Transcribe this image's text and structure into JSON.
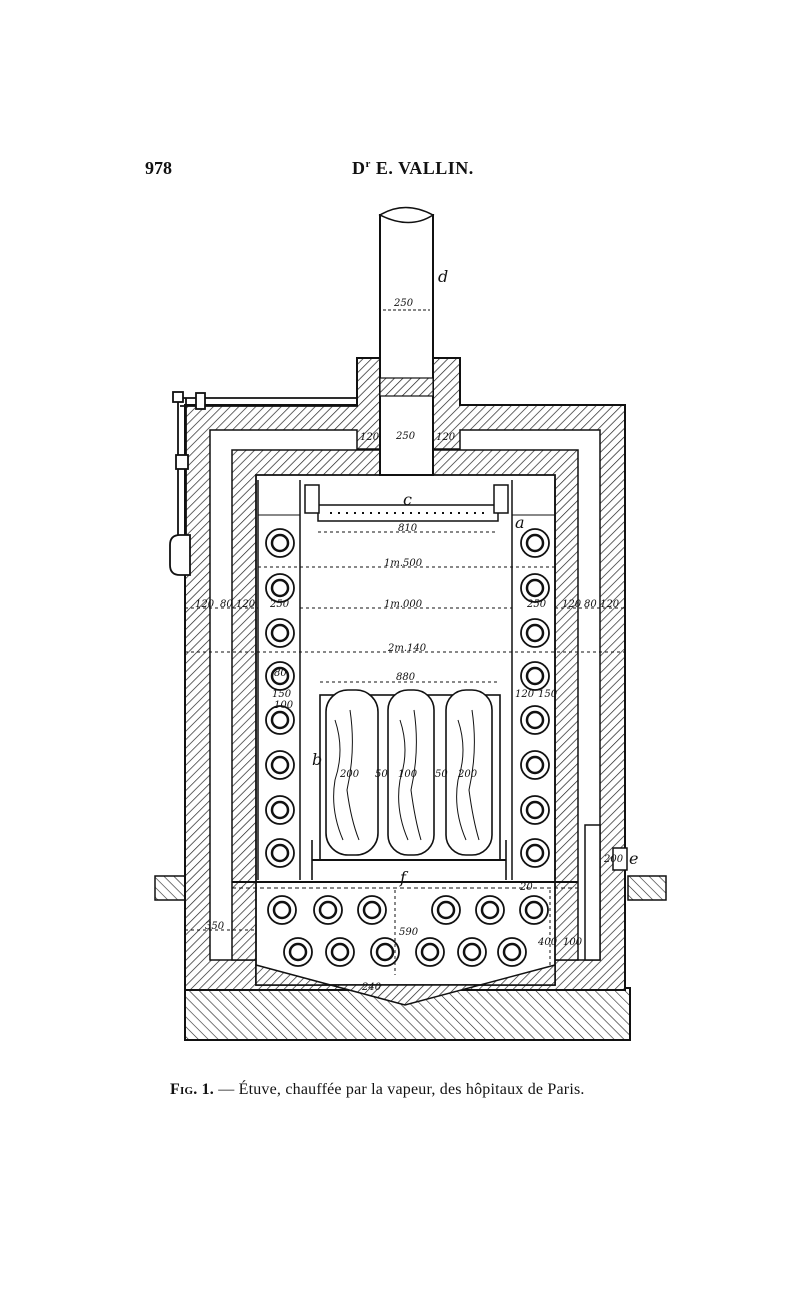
{
  "header": {
    "page_number": "978",
    "author_prefix": "D",
    "author_sup": "r",
    "author_name": " E. VALLIN."
  },
  "caption": {
    "fig_label": "Fig. 1.",
    "text": " — Étuve, chauffée par la vapeur, des hôpitaux de Paris."
  },
  "letters": {
    "a": "a",
    "b": "b",
    "c": "c",
    "d": "d",
    "e": "e",
    "f": "f"
  },
  "dimensions": {
    "chimney_width": "250",
    "chimney_throat": "250",
    "collar_left": "120",
    "collar_right": "120",
    "rail_width": "810",
    "span_1m500": "1m.500",
    "span_1m000": "1m.000",
    "span_2m140": "2m.140",
    "carriage_width": "880",
    "wall_left_outer": "120",
    "wall_left_mid": "80",
    "wall_left_inner": "120",
    "coil_left": "250",
    "coil_right": "250",
    "wall_right_inner": "120",
    "wall_right_mid": "80",
    "wall_right_outer": "120",
    "pipe_diam": "80",
    "pipe_spacing_left": "150",
    "pipe_gap_left": "100",
    "pipe_spacing_right_a": "120",
    "pipe_spacing_right_b": "150",
    "roll_a": "200",
    "gap_a": "50",
    "roll_b": "100",
    "gap_b": "50",
    "roll_c": "200",
    "base_left": "350",
    "base_depth": "590",
    "base_right": "400",
    "vent": "100",
    "drain": "200",
    "grid_gap": "20",
    "bottom_slab": "240"
  }
}
